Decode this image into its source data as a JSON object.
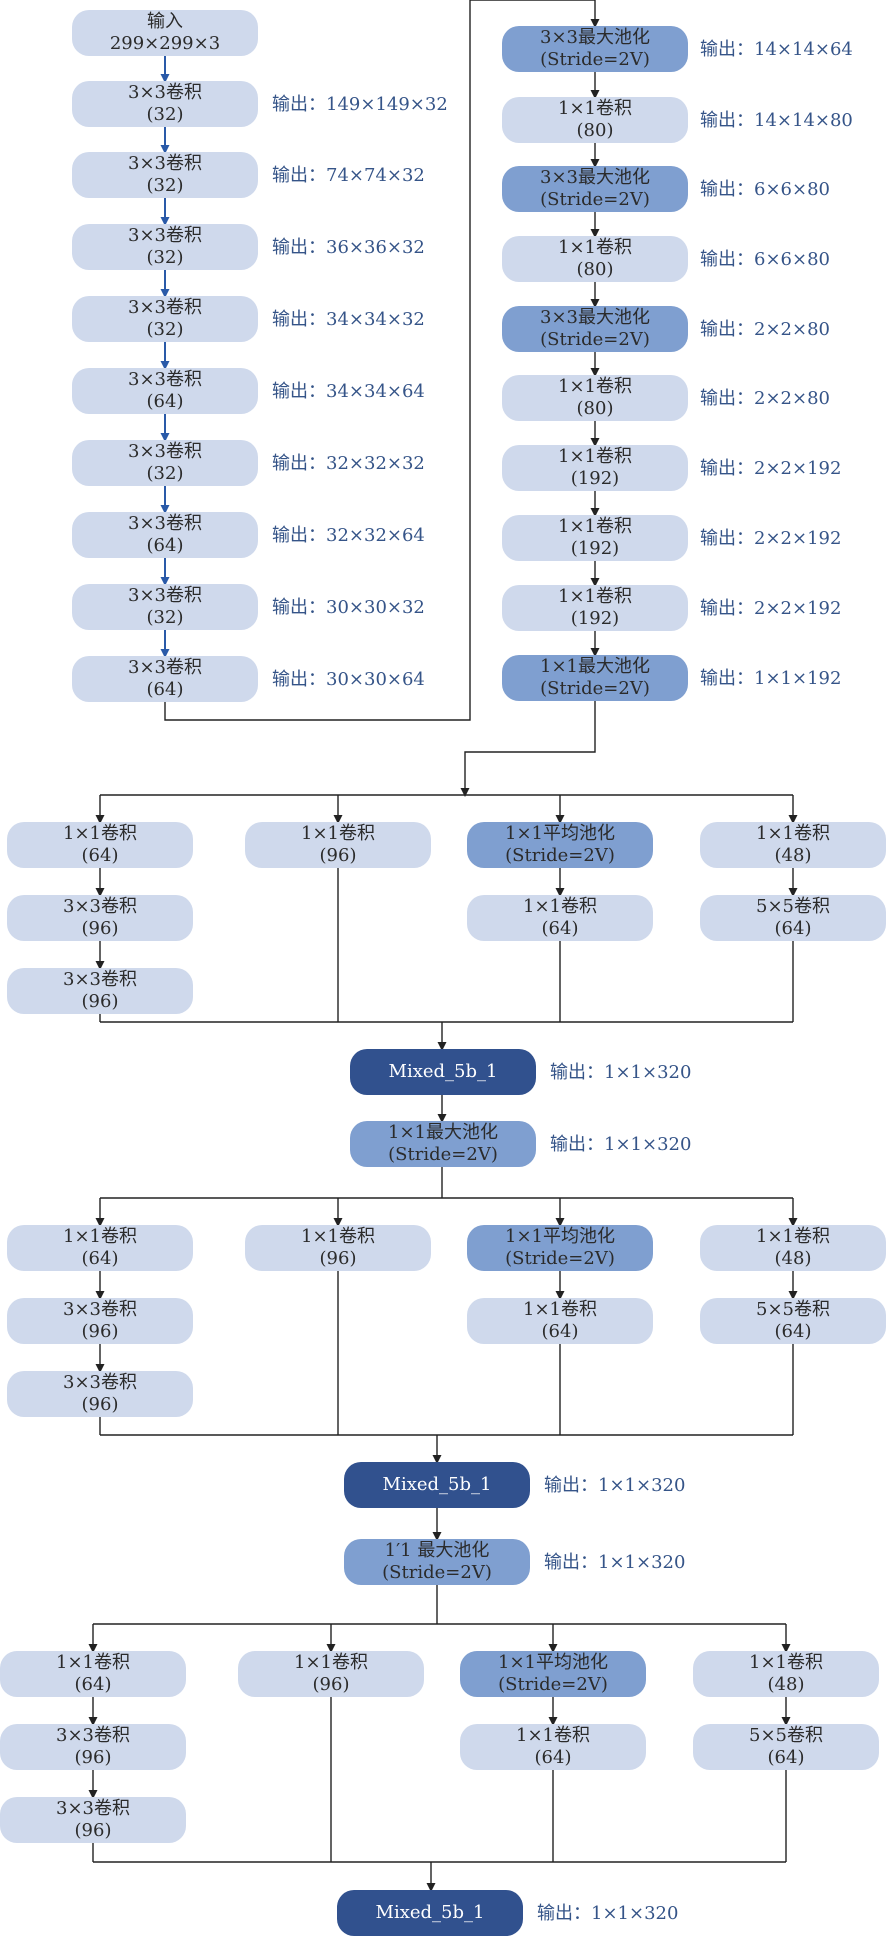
{
  "colors": {
    "light": "#cfd9ec",
    "mid": "#7f9fd0",
    "dark": "#31518e",
    "blue_arrow": "#2a5aa8",
    "line": "#222222",
    "annotation": "#355488"
  },
  "stem": {
    "input": {
      "line1": "输入",
      "line2": "299×299×3"
    },
    "left_nodes": [
      {
        "line1": "3×3卷积",
        "line2": "(32)",
        "out": "输出：149×149×32"
      },
      {
        "line1": "3×3卷积",
        "line2": "(32)",
        "out": "输出：74×74×32"
      },
      {
        "line1": "3×3卷积",
        "line2": "(32)",
        "out": "输出：36×36×32"
      },
      {
        "line1": "3×3卷积",
        "line2": "(32)",
        "out": "输出：34×34×32"
      },
      {
        "line1": "3×3卷积",
        "line2": "(64)",
        "out": "输出：34×34×64"
      },
      {
        "line1": "3×3卷积",
        "line2": "(32)",
        "out": "输出：32×32×32"
      },
      {
        "line1": "3×3卷积",
        "line2": "(64)",
        "out": "输出：32×32×64"
      },
      {
        "line1": "3×3卷积",
        "line2": "(32)",
        "out": "输出：30×30×32"
      },
      {
        "line1": "3×3卷积",
        "line2": "(64)",
        "out": "输出：30×30×64"
      }
    ],
    "right_nodes": [
      {
        "line1": "3×3最大池化",
        "line2": "(Stride=2V)",
        "out": "输出：14×14×64"
      },
      {
        "line1": "1×1卷积",
        "line2": "(80)",
        "out": "输出：14×14×80"
      },
      {
        "line1": "3×3最大池化",
        "line2": "(Stride=2V)",
        "out": "输出：6×6×80"
      },
      {
        "line1": "1×1卷积",
        "line2": "(80)",
        "out": "输出：6×6×80"
      },
      {
        "line1": "3×3最大池化",
        "line2": "(Stride=2V)",
        "out": "输出：2×2×80"
      },
      {
        "line1": "1×1卷积",
        "line2": "(80)",
        "out": "输出：2×2×80"
      },
      {
        "line1": "1×1卷积",
        "line2": "(192)",
        "out": "输出：2×2×192"
      },
      {
        "line1": "1×1卷积",
        "line2": "(192)",
        "out": "输出：2×2×192"
      },
      {
        "line1": "1×1卷积",
        "line2": "(192)",
        "out": "输出：2×2×192"
      },
      {
        "line1": "1×1最大池化",
        "line2": "(Stride=2V)",
        "out": "输出：1×1×192"
      }
    ]
  },
  "blocks": [
    {
      "b1": [
        {
          "line1": "1×1卷积",
          "line2": "(64)"
        },
        {
          "line1": "3×3卷积",
          "line2": "(96)"
        },
        {
          "line1": "3×3卷积",
          "line2": "(96)"
        }
      ],
      "b2": [
        {
          "line1": "1×1卷积",
          "line2": "(96)"
        }
      ],
      "b3": [
        {
          "line1": "1×1平均池化",
          "line2": "(Stride=2V)"
        },
        {
          "line1": "1×1卷积",
          "line2": "(64)"
        }
      ],
      "b4": [
        {
          "line1": "1×1卷积",
          "line2": "(48)"
        },
        {
          "line1": "5×5卷积",
          "line2": "(64)"
        }
      ],
      "mixed": {
        "label": "Mixed_5b_1",
        "out": "输出：1×1×320"
      },
      "pool": {
        "line1": "1×1最大池化",
        "line2": "(Stride=2V)",
        "out": "输出：1×1×320"
      }
    },
    {
      "b1": [
        {
          "line1": "1×1卷积",
          "line2": "(64)"
        },
        {
          "line1": "3×3卷积",
          "line2": "(96)"
        },
        {
          "line1": "3×3卷积",
          "line2": "(96)"
        }
      ],
      "b2": [
        {
          "line1": "1×1卷积",
          "line2": "(96)"
        }
      ],
      "b3": [
        {
          "line1": "1×1平均池化",
          "line2": "(Stride=2V)"
        },
        {
          "line1": "1×1卷积",
          "line2": "(64)"
        }
      ],
      "b4": [
        {
          "line1": "1×1卷积",
          "line2": "(48)"
        },
        {
          "line1": "5×5卷积",
          "line2": "(64)"
        }
      ],
      "mixed": {
        "label": "Mixed_5b_1",
        "out": "输出：1×1×320"
      },
      "pool": {
        "line1": "1′1  最大池化",
        "line2": "(Stride=2V)",
        "out": "输出：1×1×320"
      }
    },
    {
      "b1": [
        {
          "line1": "1×1卷积",
          "line2": "(64)"
        },
        {
          "line1": "3×3卷积",
          "line2": "(96)"
        },
        {
          "line1": "3×3卷积",
          "line2": "(96)"
        }
      ],
      "b2": [
        {
          "line1": "1×1卷积",
          "line2": "(96)"
        }
      ],
      "b3": [
        {
          "line1": "1×1平均池化",
          "line2": "(Stride=2V)"
        },
        {
          "line1": "1×1卷积",
          "line2": "(64)"
        }
      ],
      "b4": [
        {
          "line1": "1×1卷积",
          "line2": "(48)"
        },
        {
          "line1": "5×5卷积",
          "line2": "(64)"
        }
      ],
      "mixed": {
        "label": "Mixed_5b_1",
        "out": "输出：1×1×320"
      }
    }
  ]
}
